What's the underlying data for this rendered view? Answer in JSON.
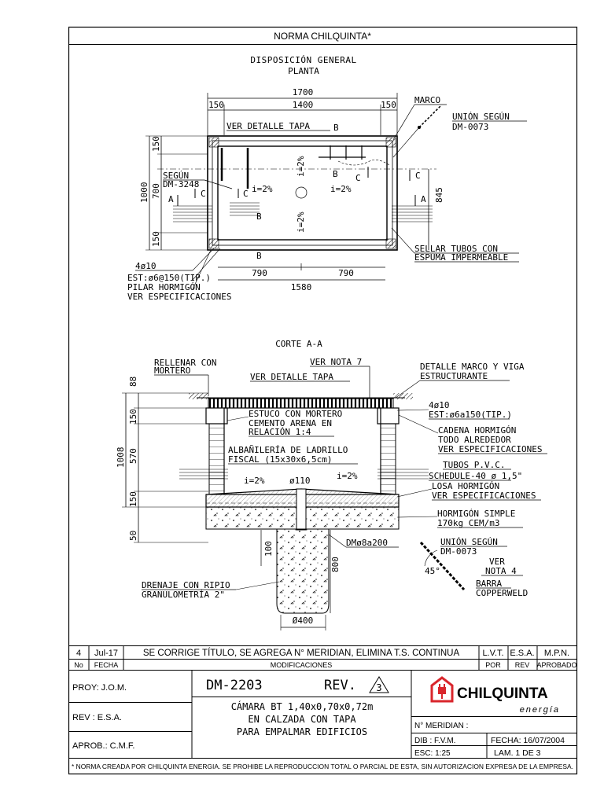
{
  "header": {
    "title": "NORMA CHILQUINTA*"
  },
  "plan": {
    "title1": "DISPOSICIÓN GENERAL",
    "title2": "PLANTA",
    "dim_total": "1700",
    "dim_left": "150",
    "dim_mid": "1400",
    "dim_right": "150",
    "ver_detalle": "VER DETALLE TAPA",
    "marco": "MARCO",
    "union1": "UNIÓN SEGÚN",
    "union2": "DM-0073",
    "segun1": "SEGÚN",
    "segun2": "DM-3248",
    "slope1": "i=2%",
    "slope2": "i=2%",
    "slope3": "i=2%",
    "slope4": "i=2%",
    "sec_a": "A",
    "sec_b": "B",
    "sec_c": "C",
    "vdim_1000": "1000",
    "vdim_150a": "150",
    "vdim_700": "700",
    "vdim_150b": "150",
    "vdim_845": "845",
    "sellar1": "SELLAR TUBOS CON",
    "sellar2": "ESPUMA IMPERMEABLE",
    "bar1": "4ø10",
    "est": "EST:ø6@150(TIP.)",
    "pilar": "PILAR HORMIGÓN",
    "ver_esp": "VER ESPECIFICACIONES",
    "dim_790a": "790",
    "dim_790b": "790",
    "dim_1580": "1580"
  },
  "section": {
    "title": "CORTE A-A",
    "rellenar1": "RELLENAR CON",
    "rellenar2": "MORTERO",
    "ver_nota": "VER NOTA 7",
    "detalle1": "DETALLE MARCO Y VIGA",
    "detalle2": "ESTRUCTURANTE",
    "ver_detalle": "VER DETALLE TAPA",
    "bar": "4ø10",
    "est": "EST:ø6a150(TIP.)",
    "estuco1": "ESTUCO CON MORTERO",
    "estuco2": "CEMENTO ARENA EN",
    "estuco3": "RELACIÓN 1:4",
    "cadena1": "CADENA HORMIGÓN",
    "cadena2": "TODO ALREDEDOR",
    "cadena3": "VER ESPECIFICACIONES",
    "alba1": "ALBAÑILERÍA DE LADRILLO",
    "alba2": "FISCAL (15x30x6,5cm)",
    "tubos1": "TUBOS P.V.C.",
    "tubos2": "SCHEDULE-40 ø 1,5\"",
    "slope_l": "i=2%",
    "slope_r": "i=2%",
    "drain": "ø110",
    "losa1": "LOSA HORMIGÓN",
    "losa2": "VER ESPECIFICACIONES",
    "hs1": "HORMIGÓN SIMPLE",
    "hs2": "170kg CEM/m3",
    "dm_bar": "DMø8a200",
    "union1": "UNIÓN SEGÚN",
    "union2": "DM-0073",
    "ver": "VER",
    "nota4": "NOTA 4",
    "barra": "BARRA",
    "copper": "COPPERWELD",
    "angle": "45°",
    "vd_88": "88",
    "vd_150a": "150",
    "vd_1008": "1008",
    "vd_570": "570",
    "vd_150b": "150",
    "vd_50": "50",
    "vd_100": "100",
    "vd_800": "800",
    "drenaje1": "DRENAJE CON RIPIO",
    "drenaje2": "GRANULOMETRÍA 2\"",
    "d400": "Ø400"
  },
  "revision": {
    "no": "4",
    "fecha": "Jul-17",
    "desc": "SE CORRIGE TÍTULO, SE AGREGA N° MERIDIAN, ELIMINA T.S. CONTINUA",
    "por": "L.V.T.",
    "rev": "E.S.A.",
    "aprob": "M.P.N.",
    "h_no": "No",
    "h_fecha": "FECHA",
    "h_mod": "MODIFICACIONES",
    "h_por": "POR",
    "h_rev": "REV",
    "h_aprob": "APROBADO"
  },
  "title_block": {
    "proy": "PROY: J.O.M.",
    "rev": "REV : E.S.A.",
    "aprob": "APROB.: C.M.F.",
    "code": "DM-2203",
    "rev_label": "REV.",
    "rev_num": "3",
    "desc1": "CÁMARA BT 1,40x0,70x0,72m",
    "desc2": "EN CALZADA CON TAPA",
    "desc3": "PARA EMPALMAR EDIFICIOS",
    "brand": "CHILQUINTA",
    "brand_sub": "energía",
    "meridian": "N° MERIDIAN :",
    "dib": "DIB : F.V.M.",
    "fecha": "FECHA: 16/07/2004",
    "esc": "ESC: 1:25",
    "lam": "LAM. 1 DE 3"
  },
  "footer": "* NORMA CREADA POR CHILQUINTA ENERGIA. SE PROHIBE LA REPRODUCCION TOTAL O PARCIAL DE ESTA, SIN AUTORIZACION EXPRESA DE LA EMPRESA.",
  "colors": {
    "brand_red": "#d9262c",
    "ink": "#000000"
  }
}
